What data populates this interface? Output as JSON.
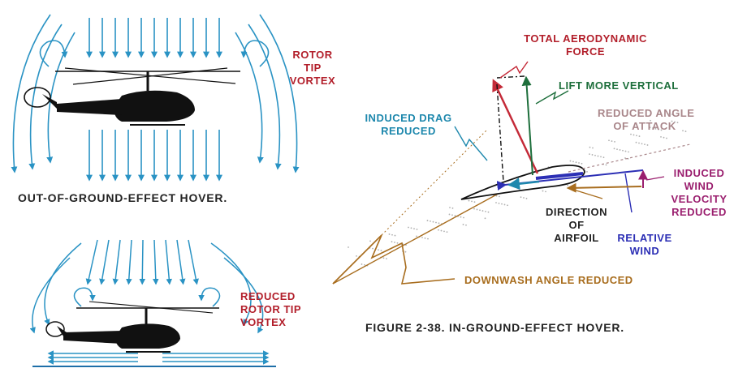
{
  "out_of_ground": {
    "caption": "OUT-OF-GROUND-EFFECT HOVER.",
    "rotor_tip_vortex": [
      "ROTOR",
      "TIP",
      "VORTEX"
    ]
  },
  "in_ground": {
    "reduced_rotor_tip_vortex": [
      "REDUCED",
      "ROTOR TIP",
      "VORTEX"
    ]
  },
  "airfoil_diagram": {
    "total_aerodynamic_force": [
      "TOTAL AERODYNAMIC",
      "FORCE"
    ],
    "lift_more_vertical": "LIFT MORE VERTICAL",
    "induced_drag_reduced": [
      "INDUCED DRAG",
      "REDUCED"
    ],
    "reduced_angle_of_attack": [
      "REDUCED ANGLE",
      "OF ATTACK"
    ],
    "induced_wind_velocity_reduced": [
      "INDUCED",
      "WIND",
      "VELOCITY",
      "REDUCED"
    ],
    "direction_of_airfoil": [
      "DIRECTION",
      "OF",
      "AIRFOIL"
    ],
    "relative_wind": [
      "RELATIVE",
      "WIND"
    ],
    "downwash_angle_reduced": "DOWNWASH ANGLE REDUCED"
  },
  "figure_caption": "FIGURE 2-38. IN-GROUND-EFFECT HOVER.",
  "colors": {
    "flow_arrows": "#2a93c4",
    "helicopter": "#111111",
    "total_force": "#c42a38",
    "lift": "#1e6f3c",
    "relative_wind": "#2c2fb5",
    "induced_wind": "#9a1e6e",
    "downwash": "#a86d1e"
  }
}
